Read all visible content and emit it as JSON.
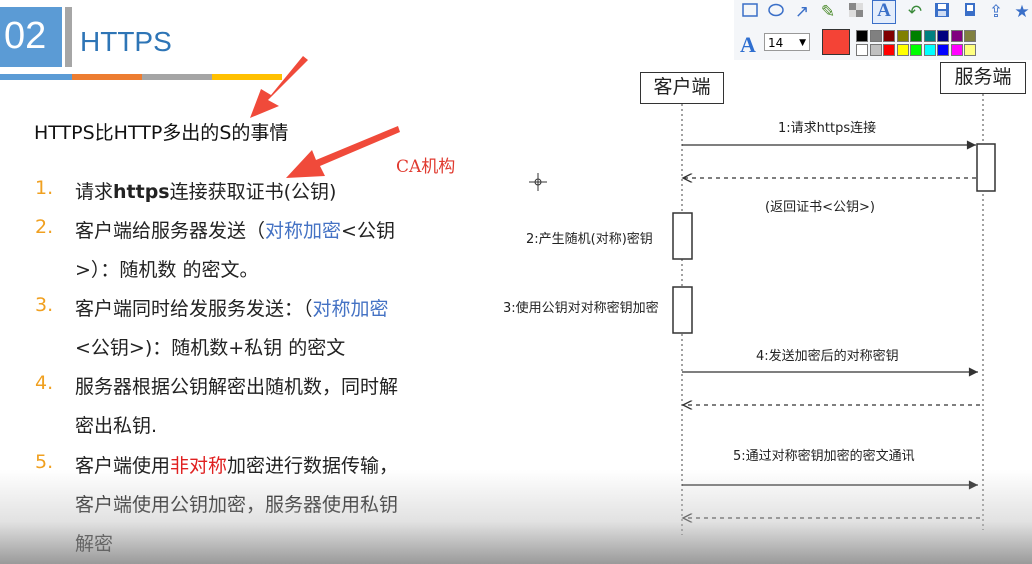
{
  "slide": {
    "number": "02",
    "title": "HTTPS",
    "lead_parts": [
      "HTTPS比HTTP多出的",
      "S",
      "的事情"
    ],
    "ca_label": "CA机构",
    "items": [
      {
        "num": "1.",
        "lines": [
          [
            {
              "t": "请求",
              "c": ""
            },
            {
              "t": "https",
              "c": "bold"
            },
            {
              "t": "连接获取证书(公钥)",
              "c": ""
            }
          ]
        ]
      },
      {
        "num": "2.",
        "lines": [
          [
            {
              "t": "客户端给服务器发送（",
              "c": ""
            },
            {
              "t": "对称加密",
              "c": "blue"
            },
            {
              "t": "<公钥",
              "c": ""
            }
          ],
          [
            {
              "t": ">）：随机数  的密文。",
              "c": ""
            }
          ]
        ]
      },
      {
        "num": "3.",
        "lines": [
          [
            {
              "t": "客户端同时给发服务发送：（",
              "c": ""
            },
            {
              "t": "对称加密",
              "c": "blue"
            }
          ],
          [
            {
              "t": "<公钥>)：随机数+私钥 的密文",
              "c": ""
            }
          ]
        ]
      },
      {
        "num": "4.",
        "lines": [
          [
            {
              "t": "服务器根据公钥解密出随机数，同时解",
              "c": ""
            }
          ],
          [
            {
              "t": "密出私钥.",
              "c": ""
            }
          ]
        ]
      },
      {
        "num": "5.",
        "lines": [
          [
            {
              "t": "客户端使用",
              "c": ""
            },
            {
              "t": "非对称",
              "c": "red"
            },
            {
              "t": "加密进行数据传输，",
              "c": ""
            }
          ],
          [
            {
              "t": "客户端使用公钥加密，服务器使用私钥",
              "c": ""
            }
          ],
          [
            {
              "t": "解密",
              "c": ""
            }
          ]
        ]
      }
    ]
  },
  "diagram": {
    "client": "客户端",
    "server": "服务端",
    "msg1": "1:请求https连接",
    "msg1_reply": "(返回证书<公钥>)",
    "step2": "2:产生随机(对称)密钥",
    "step3": "3:使用公钥对对称密钥加密",
    "msg4": "4:发送加密后的对称密钥",
    "msg5": "5:通过对称密钥加密的密文通讯"
  },
  "toolbar": {
    "font_size": "14",
    "font_glyph": "A",
    "current_color": "#f44336",
    "palette_top": [
      "#000000",
      "#808080",
      "#800000",
      "#808000",
      "#008000",
      "#008080",
      "#000080",
      "#800080",
      "#808040"
    ],
    "palette_bottom": [
      "#ffffff",
      "#c0c0c0",
      "#ff0000",
      "#ffff00",
      "#00ff00",
      "#00ffff",
      "#0000ff",
      "#ff00ff",
      "#ffff80"
    ]
  }
}
